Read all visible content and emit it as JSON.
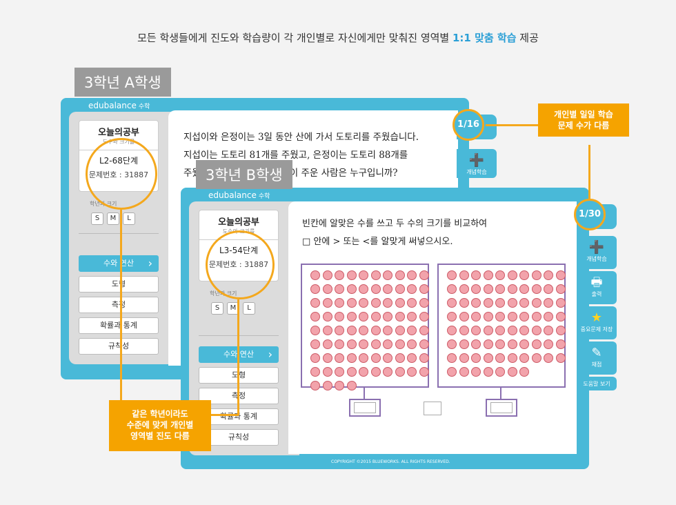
{
  "headline": {
    "prefix": "모든 학생들에게 진도와 학습량이 각 개인별로 자신에게만 맞춰진 영역별 ",
    "highlight": "1:1 맞춤 학습",
    "suffix": " 제공"
  },
  "brand": {
    "name": "edubalance",
    "sub": "수학"
  },
  "student_a": {
    "tag": "3학년 A학생",
    "today_title": "오늘의공부",
    "today_sub": "도수와 크기를",
    "level": "L2-68단계",
    "problem_no": "문제번호 : 31887",
    "size_label": "학년과 크기",
    "sizes": [
      "S",
      "M",
      "L"
    ],
    "menu": [
      "수와 연산",
      "도형",
      "측정",
      "확률과 통계",
      "규칙성"
    ],
    "question_lines": [
      "지섭이와 은정이는 3일 동안 산에 가서 도토리를 주웠습니다.",
      "지섭이는 도토리 81개를 주웠고, 은정이는 도토리 88개를",
      "주웠습니다. 도토리를 더 많이 주운 사람은 누구입니까?"
    ],
    "page": "1/16",
    "tabs": [
      {
        "icon": "math-symbols-icon",
        "label": "개념학습"
      }
    ]
  },
  "student_b": {
    "tag": "3학년 B학생",
    "today_title": "오늘의공부",
    "today_sub": "도수와 크기를",
    "level": "L3-54단계",
    "problem_no": "문제번호 : 31887",
    "size_label": "학년과 크기",
    "sizes": [
      "S",
      "M",
      "L"
    ],
    "menu": [
      "수와 연산",
      "도형",
      "측정",
      "확률과 통계",
      "규칙성"
    ],
    "question_lines": [
      "빈칸에 알맞은 수를 쓰고 두 수의 크기를 비교하여",
      "□ 안에 > 또는 <를 알맞게 써넣으시오."
    ],
    "left_dots": 84,
    "right_dots": 77,
    "page": "1/30",
    "tabs": [
      {
        "icon": "math-symbols-icon",
        "label": "개념학습"
      },
      {
        "icon": "printer-icon",
        "label": "출력"
      },
      {
        "icon": "star-icon",
        "label": "중요문제 저장"
      },
      {
        "icon": "grading-icon",
        "label": "채점"
      }
    ],
    "help": "도움말 보기",
    "copyright": "COPYRIGHT ©2015 BLUEWORKS. ALL RIGHTS RESERVED."
  },
  "callouts": {
    "daily_amount": "개인별 일일 학습\n문제 수가 다름",
    "progress": "같은 학년이라도\n수준에  맞게 개인별\n영역별 진도 다름"
  },
  "colors": {
    "frame": "#49b9d8",
    "accent": "#f5a300",
    "dot": "#f2a3ab",
    "box": "#8a6fb0"
  }
}
